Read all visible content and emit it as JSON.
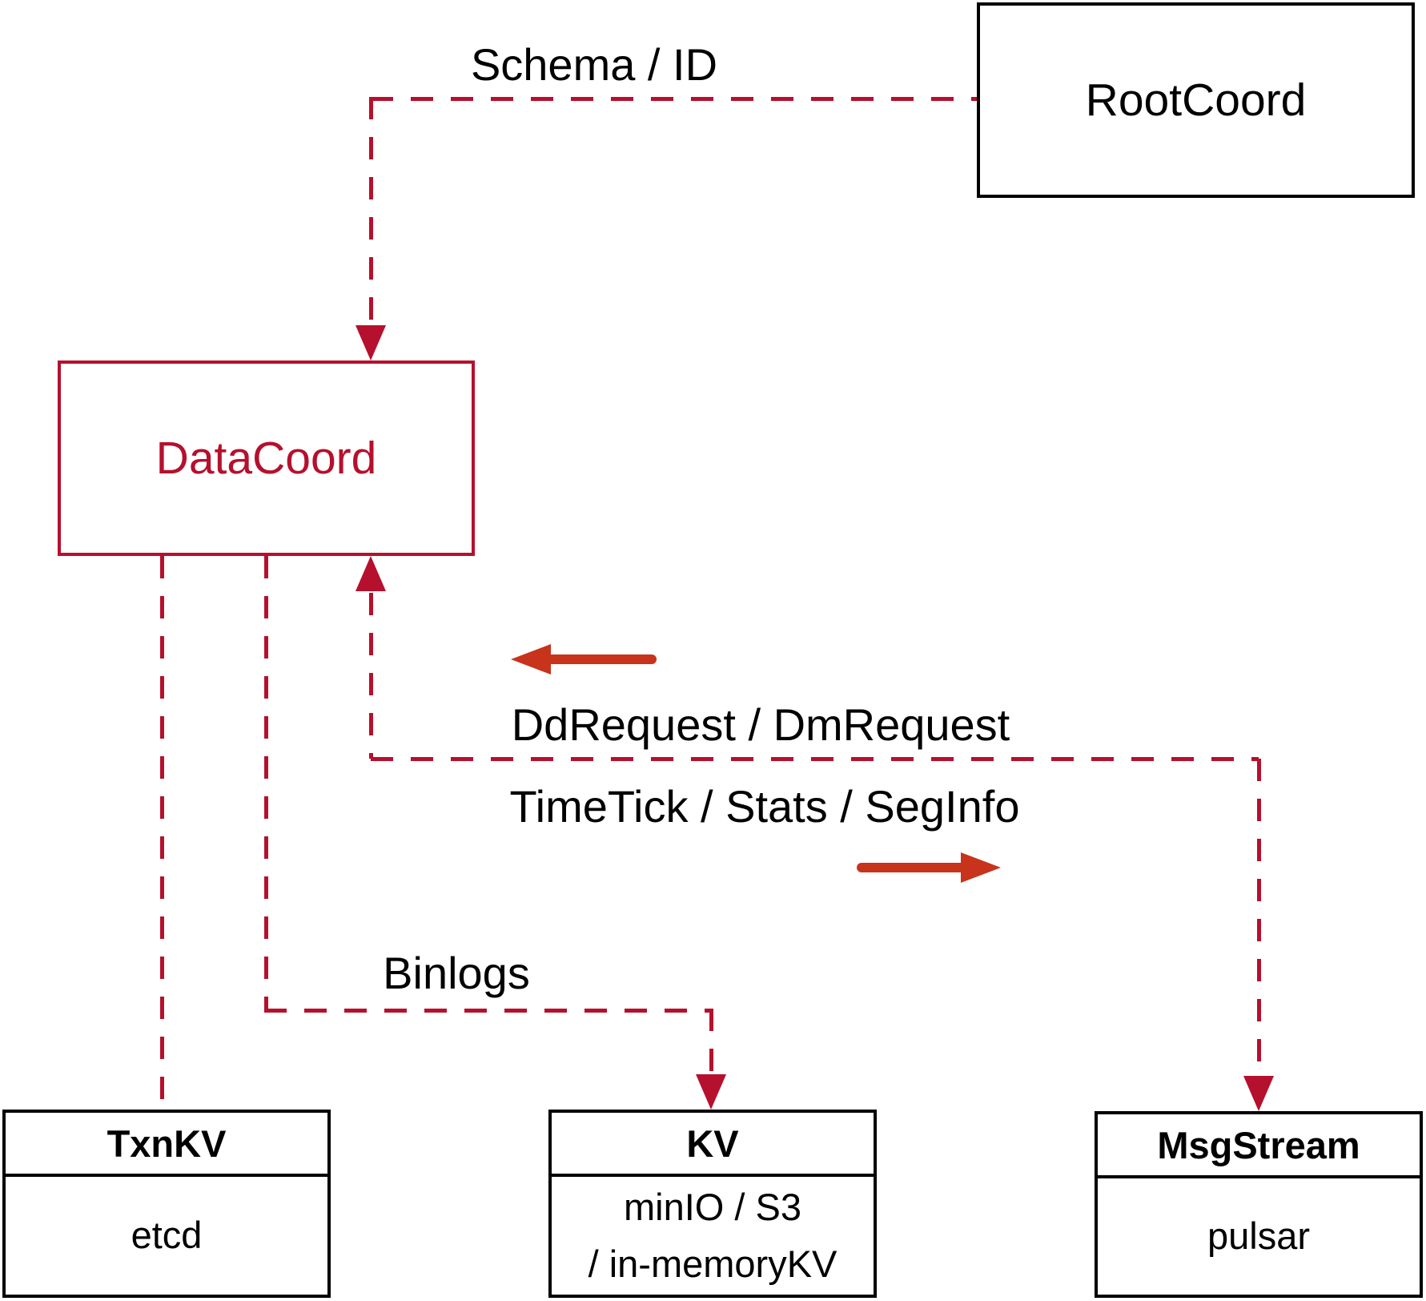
{
  "nodes": {
    "rootcoord": {
      "label": "RootCoord"
    },
    "datacoord": {
      "label": "DataCoord"
    },
    "txnkv": {
      "title": "TxnKV",
      "body": "etcd"
    },
    "kv": {
      "title": "KV",
      "body_line1": "minIO / S3",
      "body_line2": "/ in-memoryKV"
    },
    "msgstream": {
      "title": "MsgStream",
      "body": "pulsar"
    }
  },
  "edges": {
    "schema_id": {
      "label": "Schema / ID"
    },
    "dd_dm": {
      "label": "DdRequest / DmRequest"
    },
    "timetick": {
      "label": "TimeTick / Stats / SegInfo"
    },
    "binlogs": {
      "label": "Binlogs"
    }
  },
  "colors": {
    "dash_red": "#b5102d",
    "arrow_red": "#c7331b",
    "box_black": "#000000"
  }
}
